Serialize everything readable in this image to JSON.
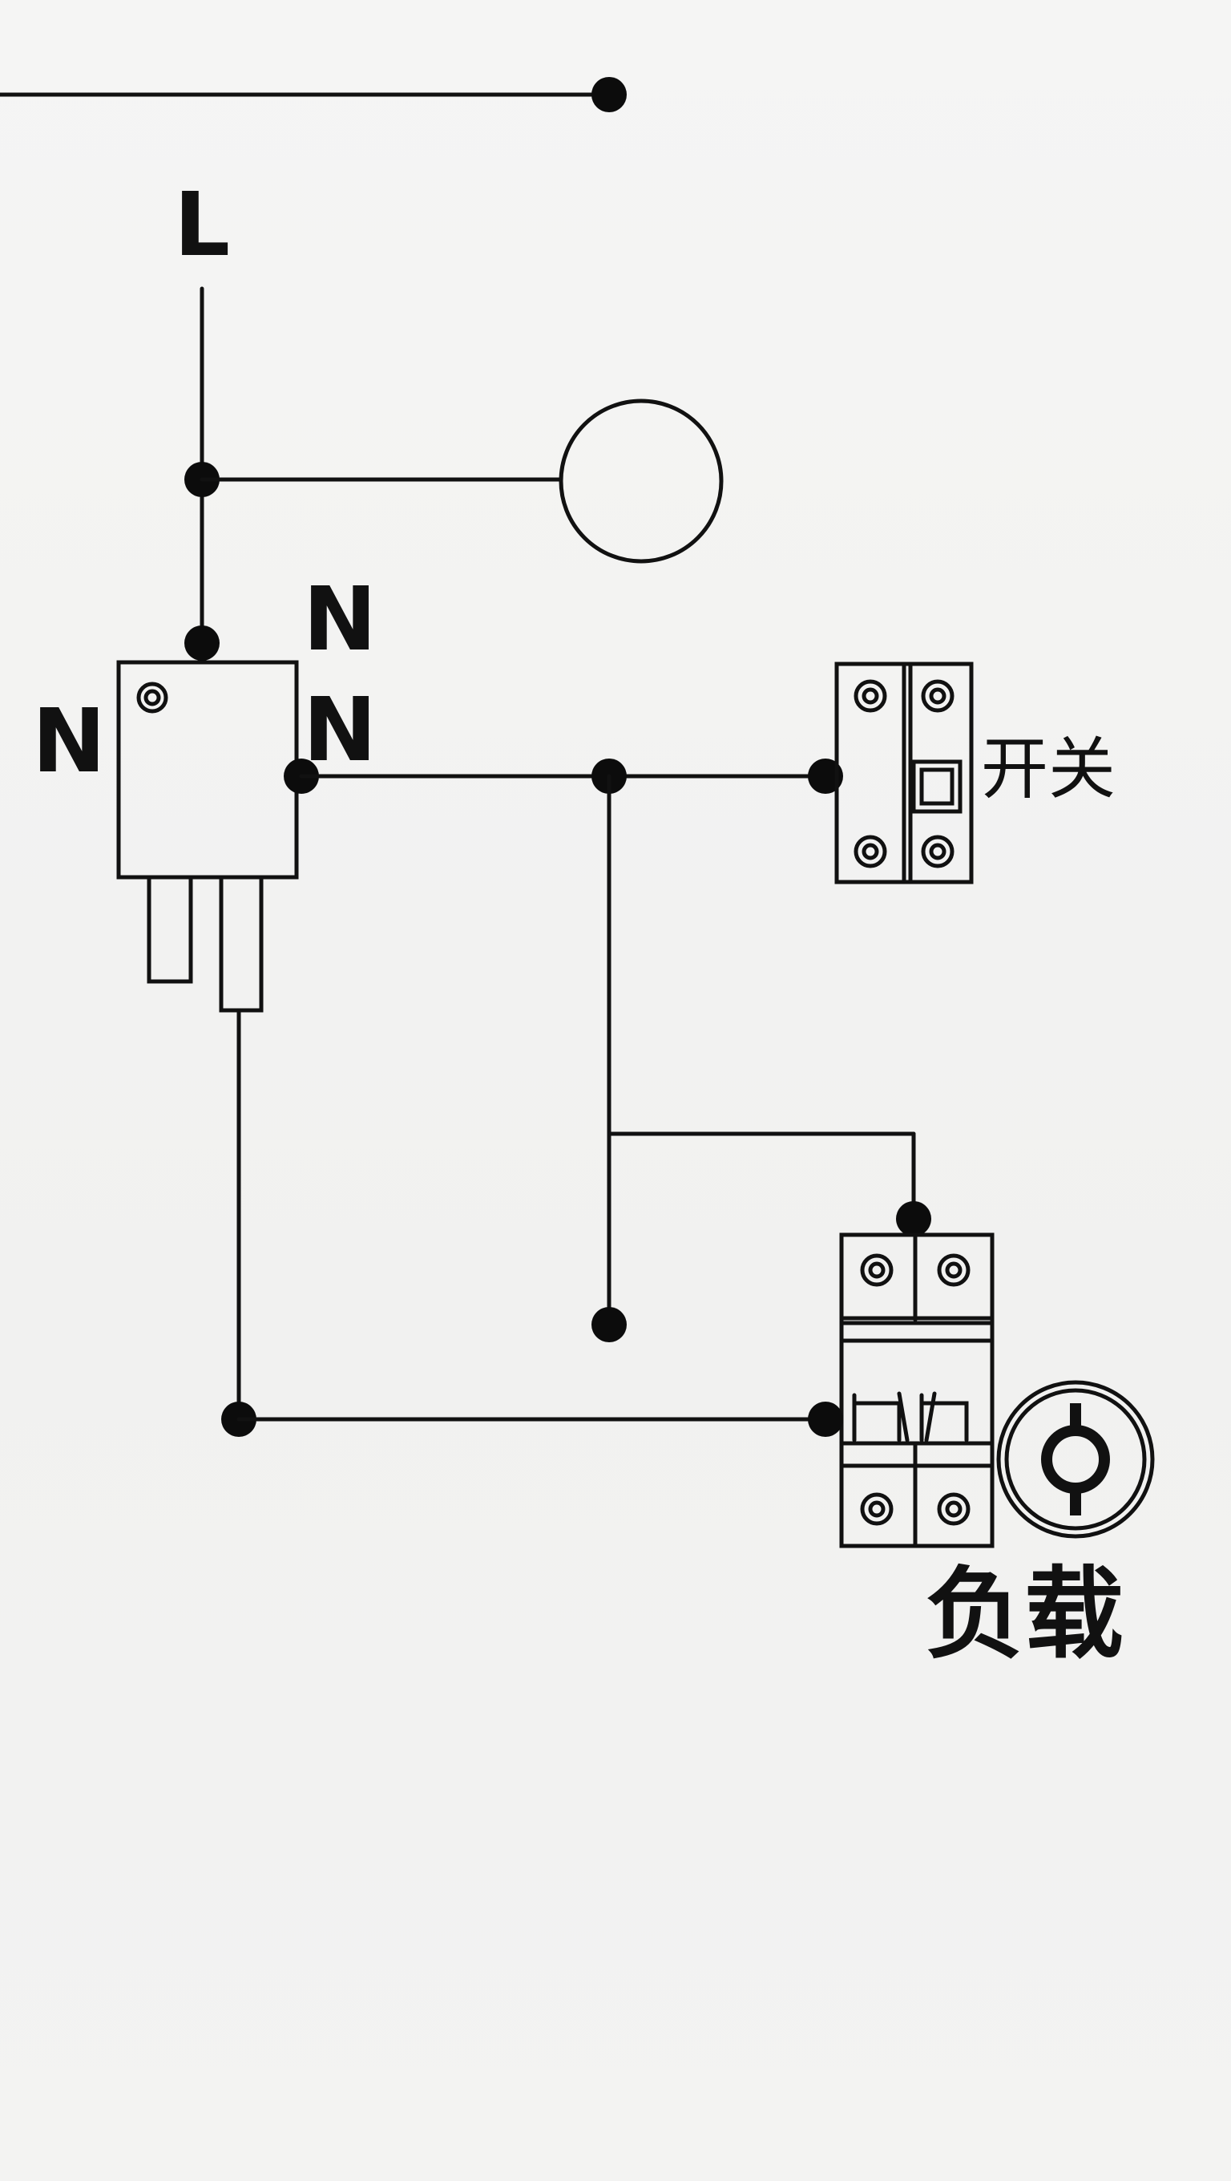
{
  "labels": {
    "line": "L",
    "neutral_left": "N",
    "neutral_top": "N",
    "neutral_right": "N",
    "switch": "开关",
    "load": "负载"
  },
  "colors": {
    "background": "#f2f2f1",
    "ink": "#111111"
  },
  "components": {
    "lamp": "lamp-circle",
    "contactor": "contactor-block",
    "switch": "switch-module",
    "breaker": "breaker-module",
    "load_symbol": "load-outlet-icon"
  }
}
